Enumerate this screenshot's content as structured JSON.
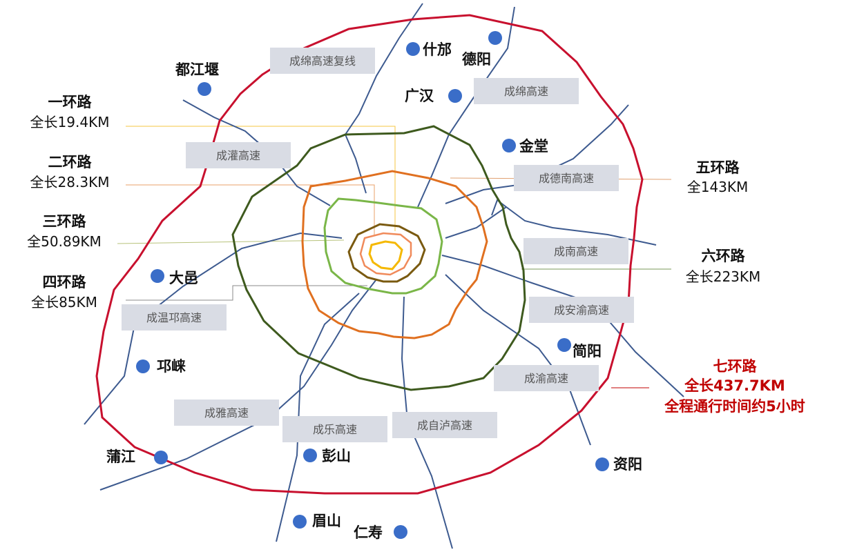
{
  "colors": {
    "ring7": "#c8102e",
    "ring4": "#3e5a1e",
    "ring3": "#e07020",
    "ring2": "#7ab648",
    "ring1_outer": "#7a5a10",
    "ring1_mid": "#f08a5a",
    "ring1_inner": "#f5b800",
    "highway": "#3d5a8f",
    "city_dot": "#3a6dc8",
    "label_box": "#d9dce4",
    "ring7_text": "#c00000"
  },
  "rings": {
    "r1": {
      "title": "一环路",
      "length": "全长19.4KM"
    },
    "r2": {
      "title": "二环路",
      "length": "全长28.3KM"
    },
    "r3": {
      "title": "三环路",
      "length": "全50.89KM"
    },
    "r4": {
      "title": "四环路",
      "length": "全长85KM"
    },
    "r5": {
      "title": "五环路",
      "length": "全143KM"
    },
    "r6": {
      "title": "六环路",
      "length": "全长223KM"
    },
    "r7": {
      "title": "七环路",
      "length": "全长437.7KM",
      "note": "全程通行时间约5小时"
    }
  },
  "highways": {
    "cmfx": "成绵高速复线",
    "cm": "成绵高速",
    "cg": "成灌高速",
    "cdn": "成德南高速",
    "cn": "成南高速",
    "cay": "成安渝高速",
    "cwq": "成温邛高速",
    "cy": "成渝高速",
    "cya": "成雅高速",
    "cl": "成乐高速",
    "czl": "成自泸高速"
  },
  "cities": {
    "dujiangyan": "都江堰",
    "shifang": "什邡",
    "deyang": "德阳",
    "guanghan": "广汉",
    "jintang": "金堂",
    "dayi": "大邑",
    "qionglai": "邛崃",
    "jianyang": "简阳",
    "pujiang": "蒲江",
    "pengshan": "彭山",
    "ziyang": "资阳",
    "meishan": "眉山",
    "renshou": "仁寿"
  }
}
